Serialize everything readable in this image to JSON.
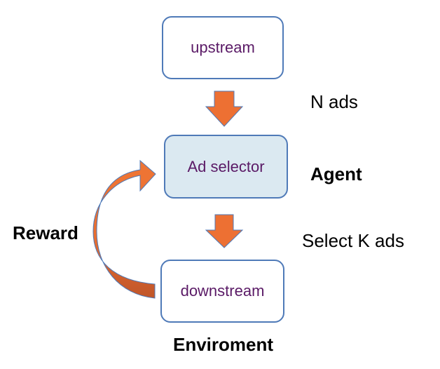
{
  "nodes": {
    "upstream": "upstream",
    "ad_selector": "Ad selector",
    "downstream": "downstream"
  },
  "labels": {
    "n_ads": "N ads",
    "agent": "Agent",
    "select_k_ads": "Select K ads",
    "reward": "Reward",
    "environment": "Enviroment"
  },
  "colors": {
    "arrow": "#ed7033",
    "box_border": "#4f7ab8",
    "agent_fill": "#dbe9f1",
    "node_text": "#5a1a66"
  }
}
